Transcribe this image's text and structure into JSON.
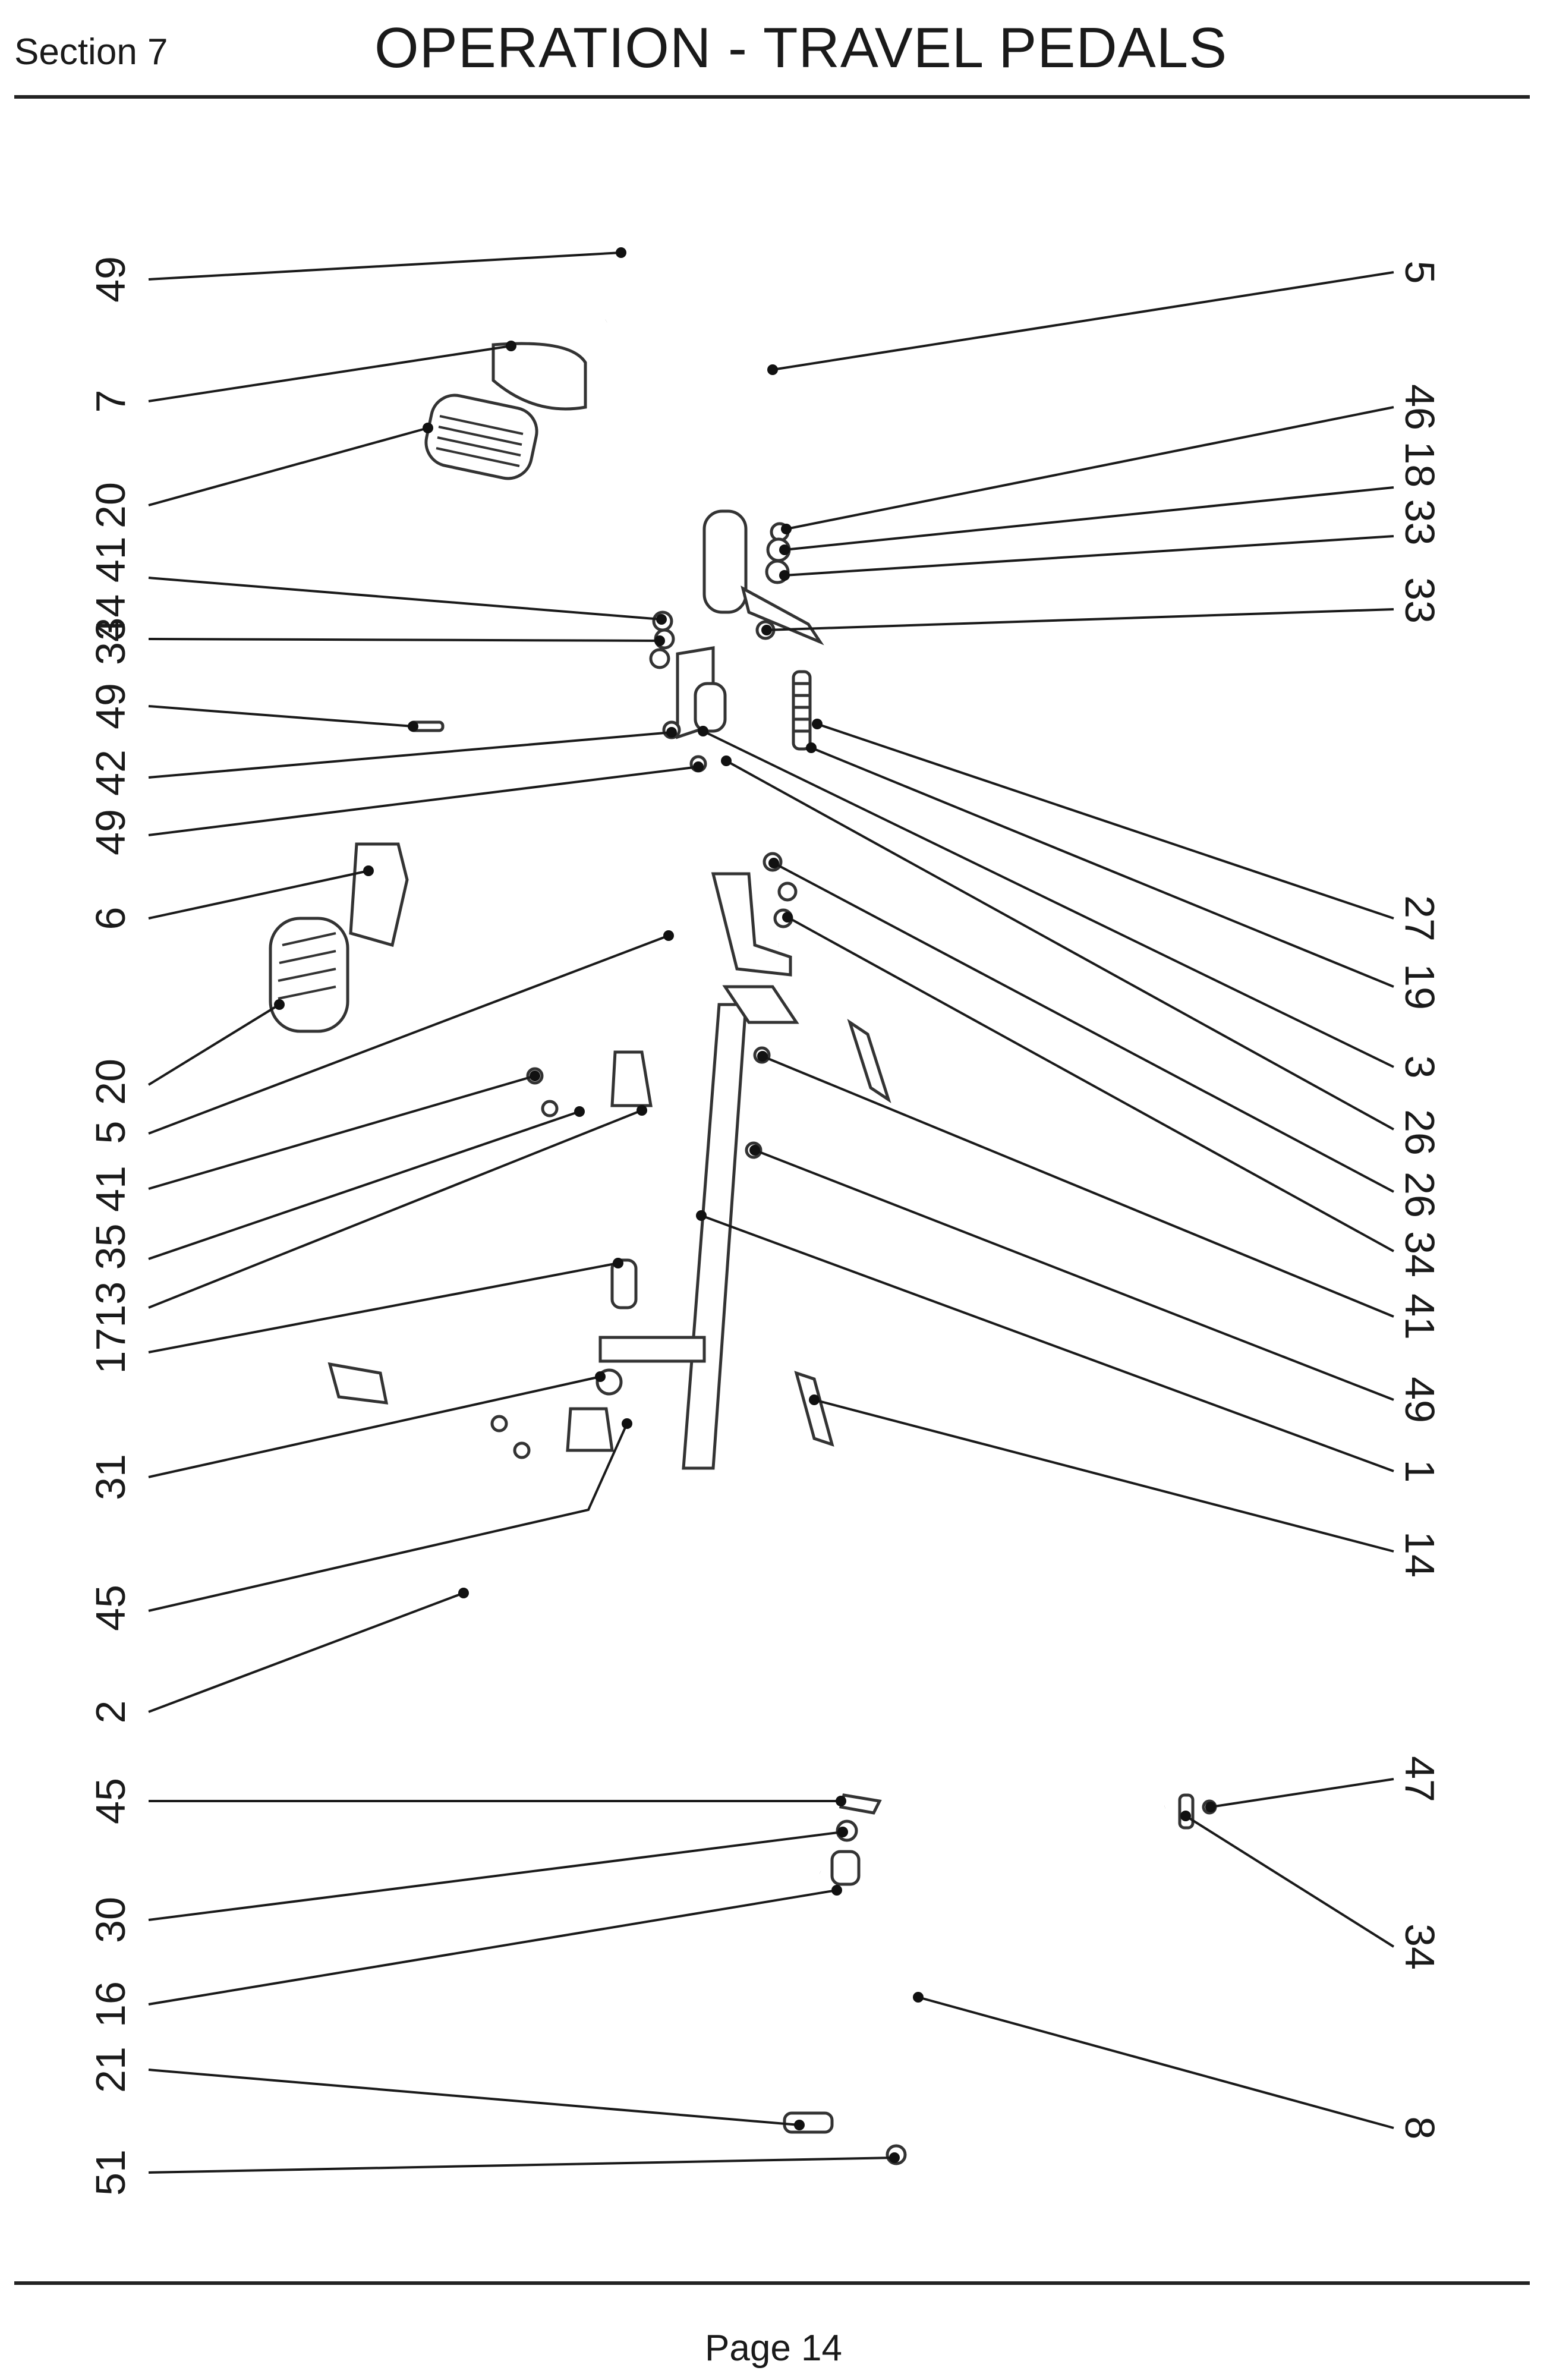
{
  "header": {
    "section": "Section 7",
    "title": "OPERATION - TRAVEL PEDALS"
  },
  "footer": {
    "page": "Page 14"
  },
  "left_labels": [
    "49",
    "7",
    "20",
    "34 41",
    "34",
    "49",
    "42",
    "49",
    "6",
    "20",
    "5",
    "41",
    "1713 35",
    "31",
    "45",
    "2",
    "45",
    "30",
    "16",
    "21",
    "51"
  ],
  "right_labels": [
    "5",
    "46",
    "18 33",
    "33",
    "27",
    "19",
    "3",
    "26",
    "26",
    "34",
    "41",
    "49",
    "1",
    "14",
    "47",
    "34",
    "8"
  ]
}
